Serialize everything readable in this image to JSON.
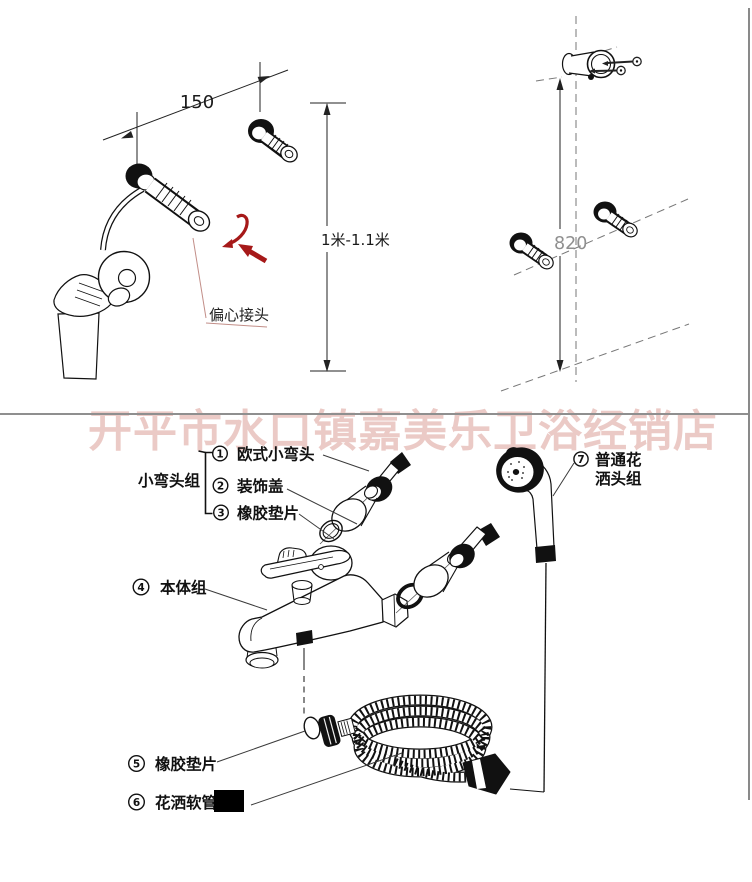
{
  "watermark": {
    "text": "开平市水口镇嘉美乐卫浴经销店"
  },
  "dims": {
    "width_150": "150",
    "height_range": "1米-1.1米",
    "part_label": "偏心接头",
    "height_820": "820"
  },
  "parts": {
    "group_label": "小弯头组",
    "l1": {
      "num": "1",
      "text": "欧式小弯头"
    },
    "l2": {
      "num": "2",
      "text": "装饰盖"
    },
    "l3": {
      "num": "3",
      "text": "橡胶垫片"
    },
    "l4": {
      "num": "4",
      "text": "本体组"
    },
    "l5": {
      "num": "5",
      "text": "橡胶垫片"
    },
    "l6": {
      "num": "6",
      "text": "花洒软管"
    },
    "l7": {
      "num": "7",
      "line1": "普通花",
      "line2": "洒头组"
    }
  },
  "colors": {
    "accent_red": "#a61919",
    "watermark_pink": "#d8968e",
    "dim_gray": "#8f8f8f",
    "line_dark": "#1a1a1a"
  }
}
